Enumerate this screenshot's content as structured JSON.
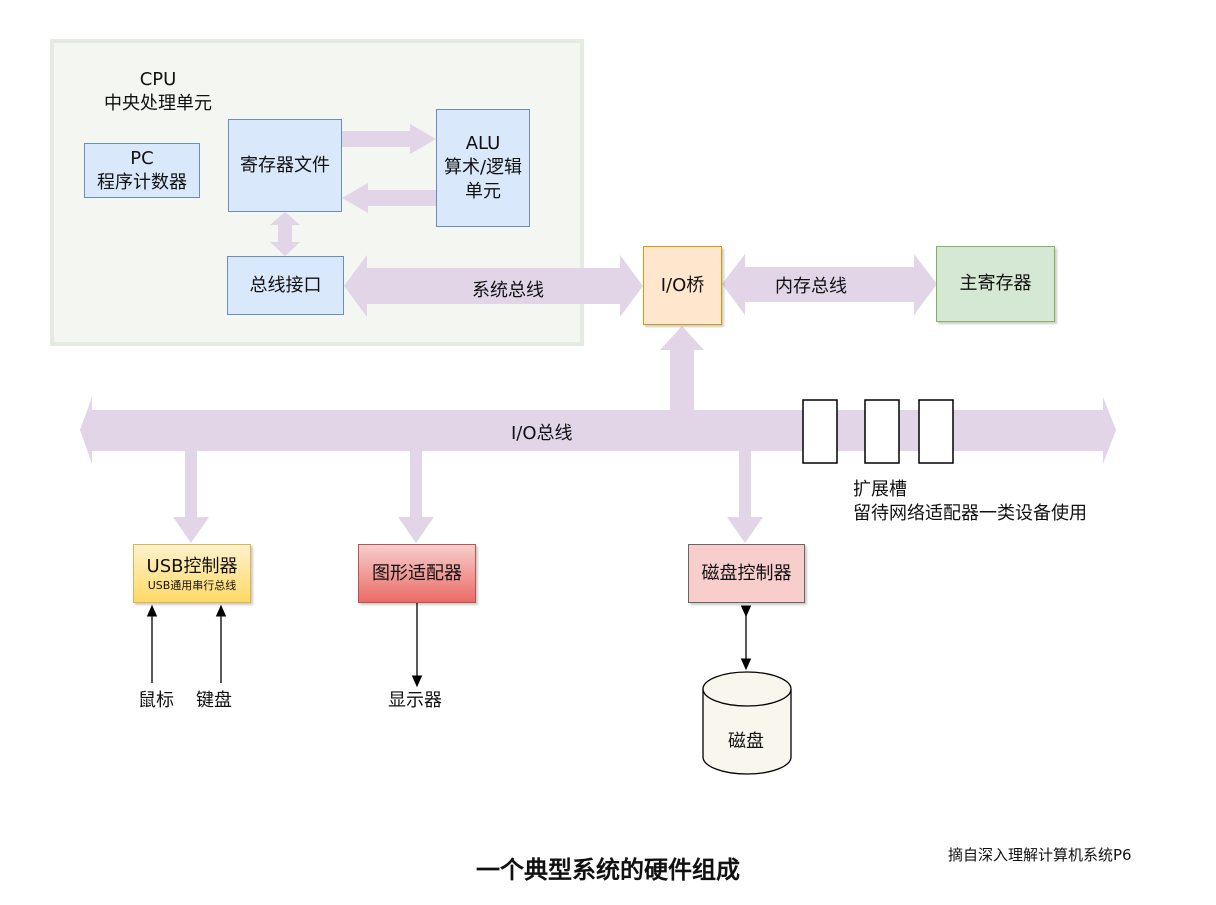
{
  "cpu": {
    "title": "CPU",
    "subtitle": "中央处理单元",
    "pc": {
      "line1": "PC",
      "line2": "程序计数器"
    },
    "register_file": "寄存器文件",
    "alu": {
      "line1": "ALU",
      "line2": "算术/逻辑",
      "line3": "单元"
    },
    "bus_interface": "总线接口"
  },
  "bridge": {
    "system_bus_label": "系统总线",
    "io_bridge": "I/O桥",
    "memory_bus_label": "内存总线",
    "main_memory": "主寄存器"
  },
  "io_bus": {
    "label": "I/O总线",
    "expansion_slots": {
      "line1": "扩展槽",
      "line2": "留待网络适配器一类设备使用"
    }
  },
  "devices": {
    "usb": {
      "title": "USB控制器",
      "subtitle": "USB通用串行总线"
    },
    "mouse": "鼠标",
    "keyboard": "键盘",
    "graphics": "图形适配器",
    "display": "显示器",
    "disk_controller": "磁盘控制器",
    "disk": "磁盘"
  },
  "caption": "一个典型系统的硬件组成",
  "source": "摘自深入理解计算机系统P6",
  "colors": {
    "bus": "#e1d5e7",
    "cpu_panel_fill": "#f3f6f1",
    "cpu_panel_border": "#e4ebe1",
    "component_fill": "#dae8fc",
    "component_border": "#6c8ebf",
    "io_bridge_fill": "#ffe6cc",
    "io_bridge_border": "#d79b00",
    "memory_fill": "#d5e8d4",
    "memory_border": "#82b366",
    "usb_fill": "#fff2cc",
    "usb_border": "#d6b656",
    "graphics_fill": "#f8cecc",
    "graphics_border": "#b85450",
    "disk_fill": "#f9f7ed"
  }
}
